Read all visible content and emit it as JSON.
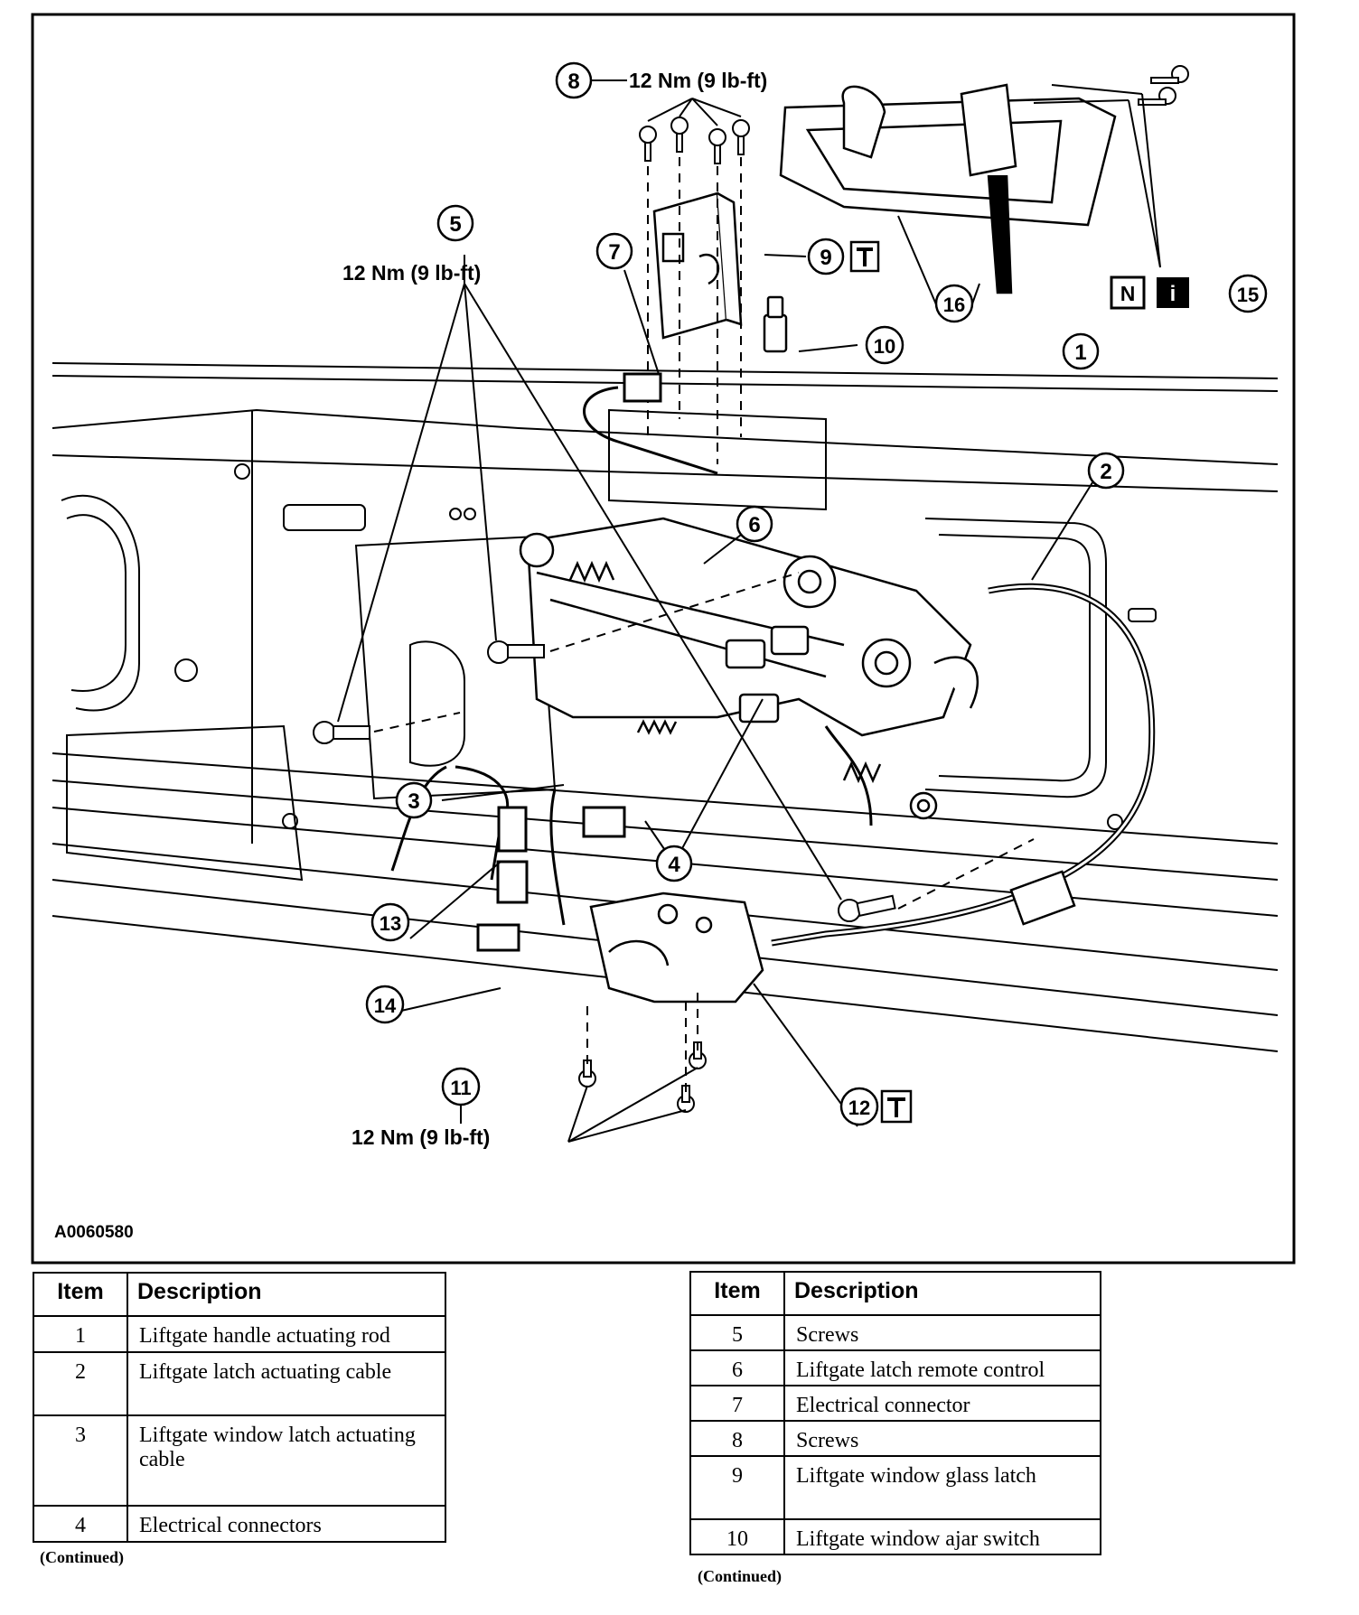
{
  "diagram": {
    "figure_id": "A0060580",
    "torque_labels": {
      "t8": "12 Nm (9 lb-ft)",
      "t5": "12 Nm (9 lb-ft)",
      "t11": "12 Nm (9 lb-ft)"
    },
    "callouts": {
      "c1": "1",
      "c2": "2",
      "c3": "3",
      "c4": "4",
      "c5": "5",
      "c6": "6",
      "c7": "7",
      "c8": "8",
      "c9": "9",
      "c10": "10",
      "c11": "11",
      "c12": "12",
      "c13": "13",
      "c14": "14",
      "c15": "15",
      "c16": "16"
    },
    "symbols": {
      "new_part": "N",
      "info": "i"
    }
  },
  "table_left": {
    "header": {
      "item": "Item",
      "description": "Description"
    },
    "rows": [
      {
        "item": "1",
        "description": "Liftgate handle actuating rod"
      },
      {
        "item": "2",
        "description": "Liftgate latch actuating cable"
      },
      {
        "item": "3",
        "description": "Liftgate window latch actuating cable"
      },
      {
        "item": "4",
        "description": "Electrical connectors"
      }
    ],
    "continued": "(Continued)"
  },
  "table_right": {
    "header": {
      "item": "Item",
      "description": "Description"
    },
    "rows": [
      {
        "item": "5",
        "description": "Screws"
      },
      {
        "item": "6",
        "description": "Liftgate latch remote control"
      },
      {
        "item": "7",
        "description": "Electrical connector"
      },
      {
        "item": "8",
        "description": "Screws"
      },
      {
        "item": "9",
        "description": "Liftgate window glass latch"
      },
      {
        "item": "10",
        "description": "Liftgate window ajar switch"
      }
    ],
    "continued": "(Continued)"
  }
}
